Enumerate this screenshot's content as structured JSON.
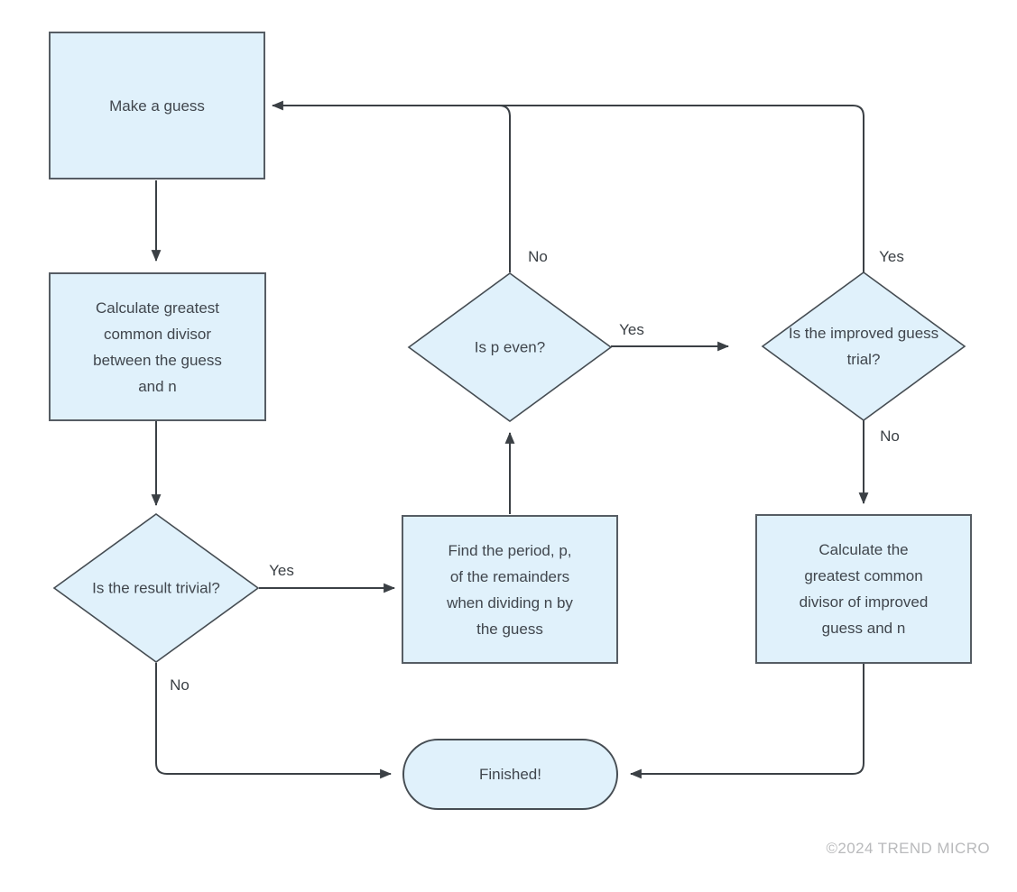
{
  "palette": {
    "node_fill": "#e0f1fb",
    "node_border": "#565d64",
    "node_border_thin": "#464d53",
    "connector": "#3b4045",
    "node_text": "#40464d",
    "label_text": "#3b4045",
    "copyright_color": "#b9babc"
  },
  "flowchart": {
    "nodes": [
      {
        "id": "make-guess",
        "type": "process",
        "label": "Make a guess"
      },
      {
        "id": "calc-gcd",
        "type": "process",
        "label": "Calculate greatest\ncommon divisor\nbetween the guess\nand n"
      },
      {
        "id": "result-trivial",
        "type": "decision",
        "label": "Is the result\ntrivial?"
      },
      {
        "id": "find-period",
        "type": "process",
        "label": "Find the period, p,\nof the remainders\nwhen dividing n by\nthe guess"
      },
      {
        "id": "p-even",
        "type": "decision",
        "label": "Is p even?"
      },
      {
        "id": "improved-trial",
        "type": "decision",
        "label": "Is the\nimproved\nguess trial?"
      },
      {
        "id": "calc-gcd-improved",
        "type": "process",
        "label": "Calculate the\ngreatest common\ndivisor of improved\nguess and n"
      },
      {
        "id": "finished",
        "type": "terminator",
        "label": "Finished!"
      }
    ],
    "edge_labels": {
      "trivial_yes": "Yes",
      "trivial_no": "No",
      "p_even_no": "No",
      "p_even_yes": "Yes",
      "improved_yes": "Yes",
      "improved_no": "No"
    }
  },
  "footer": {
    "copyright": "©2024 TREND MICRO"
  }
}
